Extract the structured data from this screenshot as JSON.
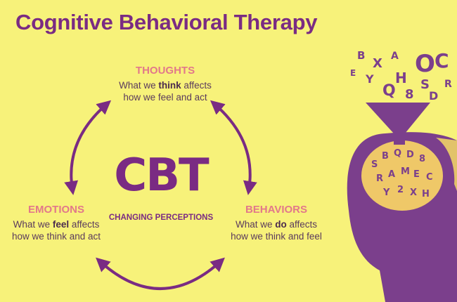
{
  "title": "Cognitive Behavioral Therapy",
  "center": {
    "main": "CBT",
    "sub": "CHANGING PERCEPTIONS"
  },
  "nodes": {
    "thoughts": {
      "heading": "THOUGHTS",
      "line1_pre": "What we ",
      "line1_bold": "think",
      "line1_post": " affects",
      "line2": "how we feel and act"
    },
    "emotions": {
      "heading": "EMOTIONS",
      "line1_pre": "What we ",
      "line1_bold": "feel",
      "line1_post": " affects",
      "line2": "how we think and act"
    },
    "behaviors": {
      "heading": "BEHAVIORS",
      "line1_pre": "What we ",
      "line1_bold": "do",
      "line1_post": " affects",
      "line2": "how we think and feel"
    }
  },
  "colors": {
    "background": "#f7f27a",
    "purple": "#7a2b83",
    "heading_pink": "#e2788a",
    "head_silhouette": "#7b3f8c"
  },
  "illustration": {
    "letters": "OCHSXBQDYAE8CSR"
  }
}
